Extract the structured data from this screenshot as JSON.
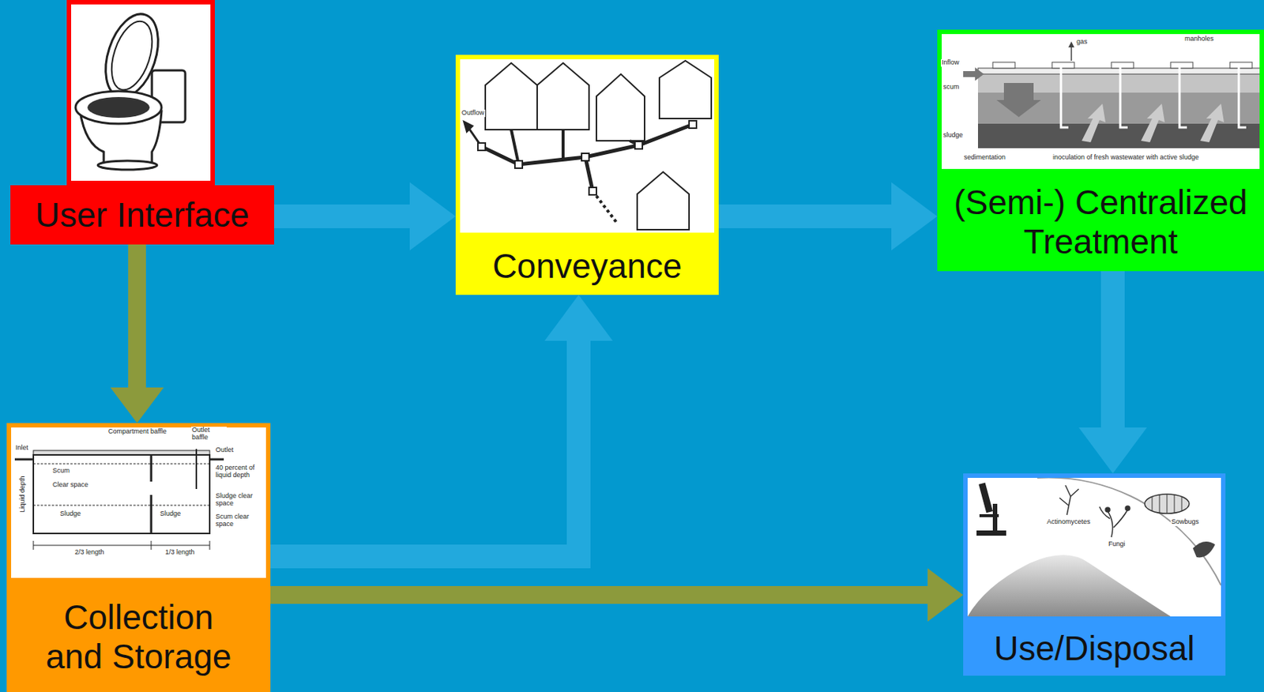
{
  "diagram": {
    "nodes": [
      {
        "text": [
          "User Interface"
        ]
      },
      {
        "text": [
          "Conveyance"
        ]
      },
      {
        "text": [
          "(Semi-) Centralized Treatment"
        ]
      },
      {
        "text": [
          "Collection and Storage"
        ]
      },
      {
        "text": [
          "Use/Disposal"
        ]
      }
    ],
    "edges": [
      {
        "from": 0,
        "to": 1,
        "arrow": "to"
      },
      {
        "from": 1,
        "to": 2,
        "arrow": "to"
      },
      {
        "from": 2,
        "to": 4,
        "arrow": "to"
      },
      {
        "from": 3,
        "to": 1,
        "arrow": "to"
      },
      {
        "from": 0,
        "to": 3,
        "arrow": "to"
      },
      {
        "from": 3,
        "to": 4,
        "arrow": "to"
      }
    ],
    "labels": [
      "Outflow",
      "gas",
      "manholes",
      "Inflow",
      "scum",
      "sludge",
      "sedimentation",
      "inoculation of fresh wastewater with active sludge",
      "Inlet",
      "Compartment baffle",
      "Outlet baffle",
      "Outlet",
      "Scum",
      "Clear space",
      "Sludge",
      "Sludge",
      "40 percent of liquid depth",
      "Sludge clear space",
      "Scum clear space",
      "Liquid depth",
      "2/3 length",
      "1/3 length",
      "Actinomycetes",
      "Fungi",
      "Sowbugs"
    ]
  }
}
